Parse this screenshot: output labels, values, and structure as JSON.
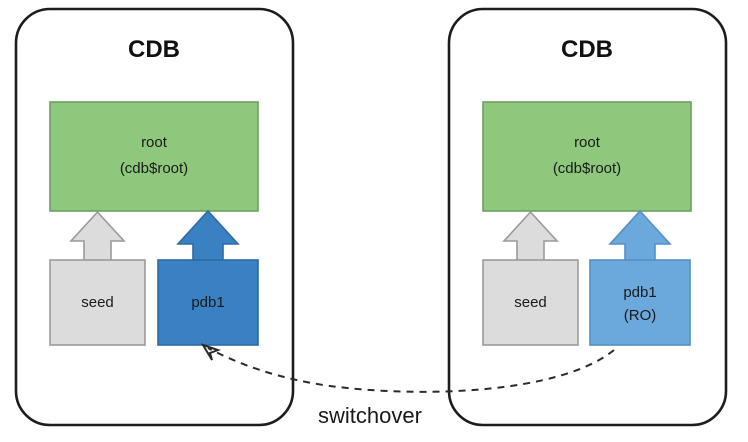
{
  "diagram": {
    "title_text": "",
    "panels": [
      {
        "id": "left-cdb",
        "header": "CDB",
        "root_box": {
          "line1": "root",
          "line2": "(cdb$root)",
          "color": "#8EC87D"
        },
        "children": [
          {
            "id": "seed",
            "line1": "seed",
            "line2": "",
            "color": "#DCDCDC"
          },
          {
            "id": "pdb1",
            "line1": "pdb1",
            "line2": "",
            "color": "#3A81C4"
          }
        ]
      },
      {
        "id": "right-cdb",
        "header": "CDB",
        "root_box": {
          "line1": "root",
          "line2": "(cdb$root)",
          "color": "#8EC87D"
        },
        "children": [
          {
            "id": "seed",
            "line1": "seed",
            "line2": "",
            "color": "#DCDCDC"
          },
          {
            "id": "pdb1-ro",
            "line1": "pdb1",
            "line2": "(RO)",
            "color": "#6BA8DC"
          }
        ]
      }
    ],
    "connector": {
      "label": "switchover",
      "style": "dashed",
      "direction": "right-to-left",
      "from": "right-cdb.pdb1-ro",
      "to": "left-cdb.pdb1"
    },
    "colors": {
      "green": "#8EC87D",
      "green_stroke": "#6E9E5F",
      "grey": "#DCDCDC",
      "grey_stroke": "#9A9A9A",
      "blue_dark": "#3A81C4",
      "blue_dark_stroke": "#2E6AA3",
      "blue_light": "#6BA8DC",
      "blue_light_stroke": "#5590C4",
      "outline": "#1D1D1D",
      "text": "#1A1A1A",
      "background": "#FFFFFF"
    }
  }
}
